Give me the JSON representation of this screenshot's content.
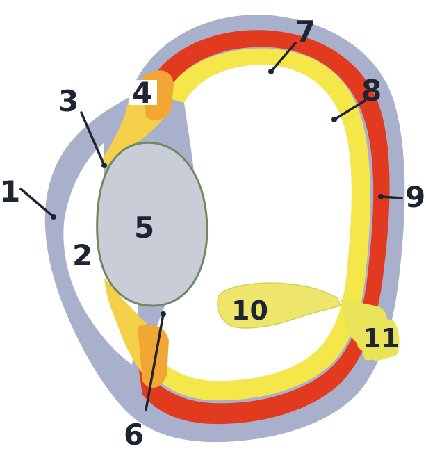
{
  "labels": {
    "l1": "1",
    "l2": "2",
    "l3": "3",
    "l4": "4",
    "l5": "5",
    "l6": "6",
    "l7": "7",
    "l8": "8",
    "l9": "9",
    "l10": "10",
    "l11": "11"
  },
  "colors": {
    "sclera": "#a8b0cc",
    "choroid_outer": "#f0a43a",
    "retina_red": "#e23a1f",
    "retina_yellow": "#f5e64a",
    "lens_fill": "#c9cdd7",
    "lens_edge": "#6f8a5f",
    "iris_orange": "#f2a735",
    "optic_nerve": "#e9e35a",
    "muscle_yellow": "#eee56d",
    "label_box": "#ffffff",
    "text": "#1f2433"
  }
}
